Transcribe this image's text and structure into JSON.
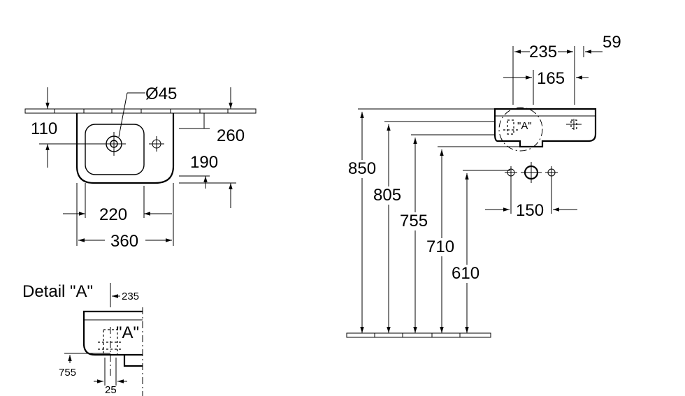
{
  "top_view": {
    "dim_hole_diameter": "Ø45",
    "dim_110": "110",
    "dim_260": "260",
    "dim_190": "190",
    "dim_220": "220",
    "dim_360": "360"
  },
  "side_view": {
    "dim_235": "235",
    "dim_59": "59",
    "dim_165": "165",
    "dim_850": "850",
    "dim_805": "805",
    "dim_755": "755",
    "dim_710": "710",
    "dim_610": "610",
    "dim_150": "150",
    "detail_marker": "\"A\""
  },
  "detail": {
    "title": "Detail \"A\"",
    "marker": "\"A\"",
    "dim_235": "235",
    "dim_755": "755",
    "dim_25": "25"
  }
}
